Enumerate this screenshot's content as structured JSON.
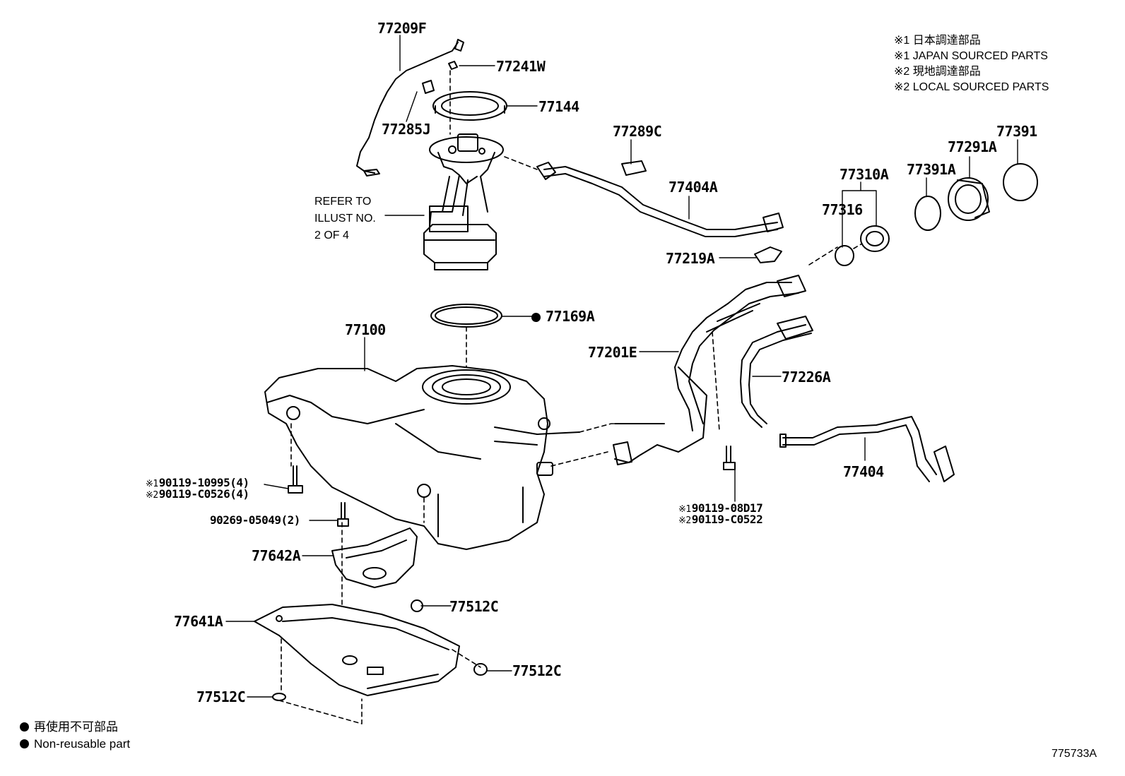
{
  "notes": {
    "line1": "※1 日本調達部品",
    "line2": "※1 JAPAN SOURCED PARTS",
    "line3": "※2 現地調達部品",
    "line4": "※2 LOCAL SOURCED PARTS"
  },
  "legend": {
    "line1": "再使用不可部品",
    "line2": "Non-reusable part"
  },
  "illustration_number": "775733A",
  "refer": {
    "line1": "REFER TO",
    "line2": "ILLUST NO.",
    "line3": "2 OF 4"
  },
  "marks": {
    "m1": "※1",
    "m2": "※2"
  },
  "parts": {
    "p77209F": "77209F",
    "p77241W": "77241W",
    "p77144": "77144",
    "p77285J": "77285J",
    "p77289C": "77289C",
    "p77404A": "77404A",
    "p77219A": "77219A",
    "p77310A": "77310A",
    "p77316": "77316",
    "p77391A": "77391A",
    "p77291A": "77291A",
    "p77391": "77391",
    "p77169A": "77169A",
    "p77100": "77100",
    "p77201E": "77201E",
    "p77226A": "77226A",
    "p77404": "77404",
    "b90119_10995": "90119-10995(4)",
    "b90119_C0526": "90119-C0526(4)",
    "b90269_05049": "90269-05049(2)",
    "b90119_08D17": "90119-08D17",
    "b90119_C0522": "90119-C0522",
    "p77642A": "77642A",
    "p77641A": "77641A",
    "p77512C_1": "77512C",
    "p77512C_2": "77512C",
    "p77512C_3": "77512C"
  }
}
